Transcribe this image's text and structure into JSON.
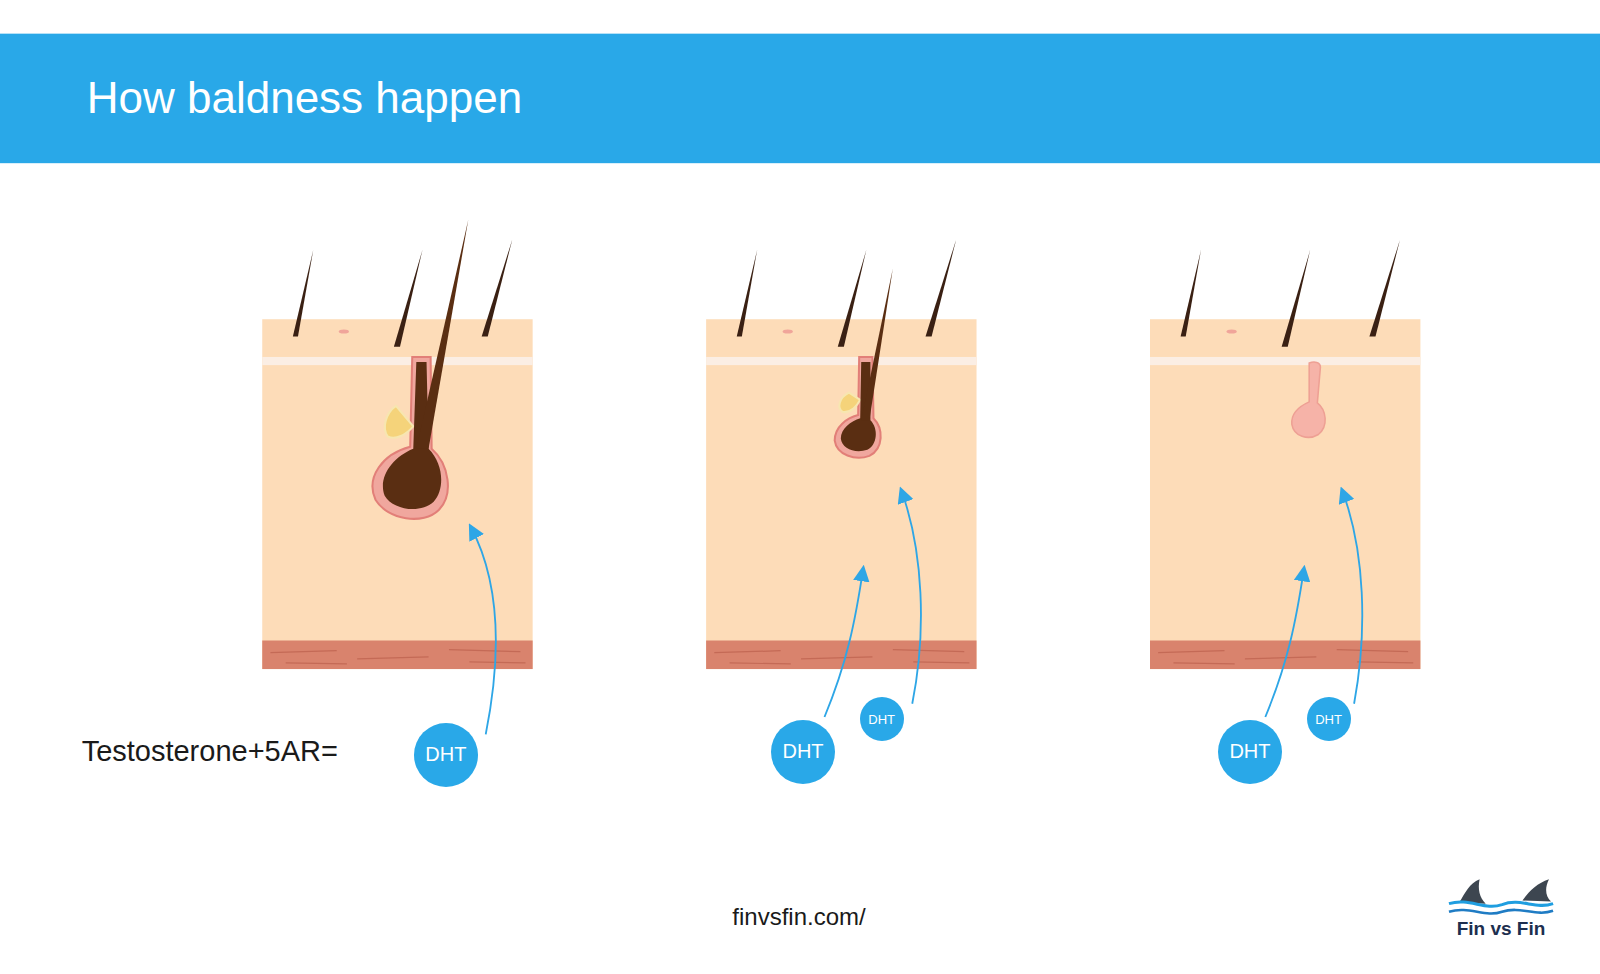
{
  "diagram": {
    "title": "How baldness happen",
    "nodes": [
      {
        "text": [
          "DHT"
        ]
      },
      {
        "text": [
          "DHT"
        ]
      },
      {
        "text": [
          "DHT"
        ]
      },
      {
        "text": [
          "DHT"
        ]
      },
      {
        "text": [
          "DHT"
        ]
      }
    ],
    "labels": [
      "Testosterone+5AR=",
      "finvsfin.com/",
      "Fin vs Fin"
    ]
  }
}
